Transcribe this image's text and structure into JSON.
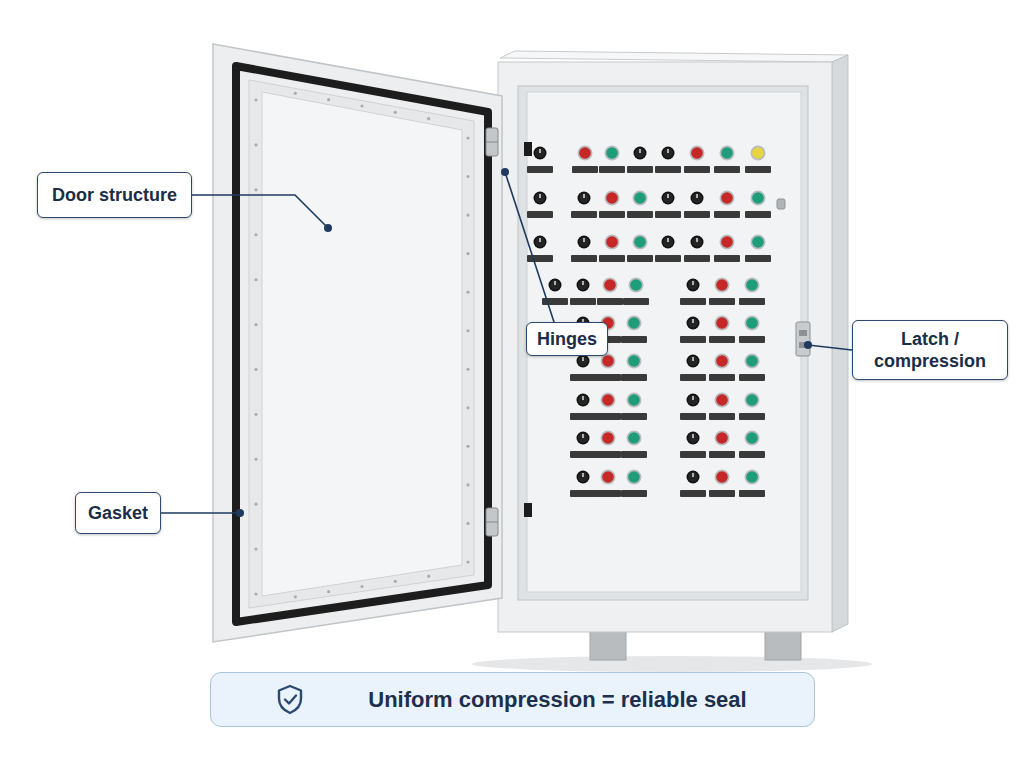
{
  "diagram": {
    "nodes": [
      {
        "text": [
          "Door structure"
        ]
      },
      {
        "text": [
          "Hinges"
        ]
      },
      {
        "text": [
          "Latch / compression"
        ]
      },
      {
        "text": [
          "Gasket"
        ]
      },
      {
        "text": [
          "Uniform compression = reliable seal"
        ]
      }
    ]
  }
}
